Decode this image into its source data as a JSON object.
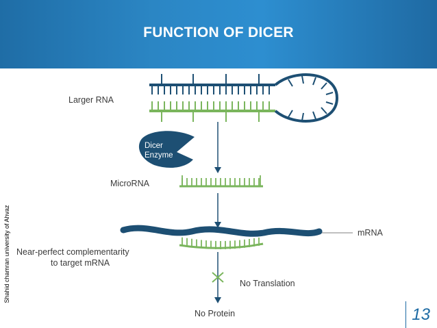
{
  "slide": {
    "title": "FUNCTION OF DICER",
    "side_note": "Shahid chamran university of Ahvaz",
    "page_number": "13"
  },
  "diagram": {
    "larger_rna": "Larger RNA",
    "dicer_line1": "Dicer",
    "dicer_line2": "Enzyme",
    "microrna": "MicroRNA",
    "mrna": "mRNA",
    "complementarity_line1": "Near-perfect complementarity",
    "complementarity_line2": "to target mRNA",
    "no_translation": "No Translation",
    "no_protein": "No Protein"
  },
  "colors": {
    "header": "#2b86c4",
    "navy": "#1d4f73",
    "green": "#7ab55c",
    "label": "#3a3a3a"
  }
}
